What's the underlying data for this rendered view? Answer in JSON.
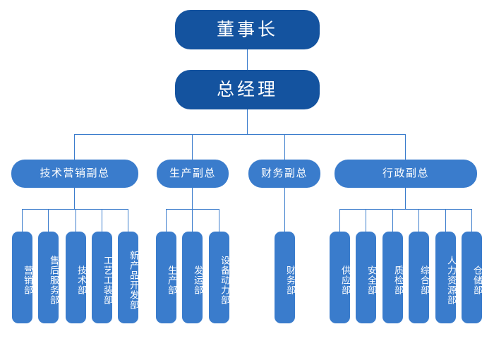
{
  "chart_data": {
    "type": "diagram",
    "title": "",
    "orientation": "top-down organizational chart",
    "colors": {
      "level0": "#14539f",
      "level2": "#3a7ccc",
      "level3": "#3a7ccc",
      "connector": "#3a7ccc",
      "background": "#ffffff",
      "text": "#ffffff"
    },
    "nodes": {
      "chairman": "董事长",
      "general_manager": "总经理",
      "vps": [
        {
          "label": "技术营销副总"
        },
        {
          "label": "生产副总"
        },
        {
          "label": "财务副总"
        },
        {
          "label": "行政副总"
        }
      ],
      "departments": {
        "tech_marketing": [
          "营销部",
          "售后服务部",
          "技术部",
          "工艺工装部",
          "新产品开发部"
        ],
        "production": [
          "生产部",
          "发运部",
          "设备动力部"
        ],
        "finance": [
          "财务部"
        ],
        "administration": [
          "供应部",
          "安全部",
          "质检部",
          "综合部",
          "人力资源部",
          "仓储部"
        ]
      }
    }
  }
}
